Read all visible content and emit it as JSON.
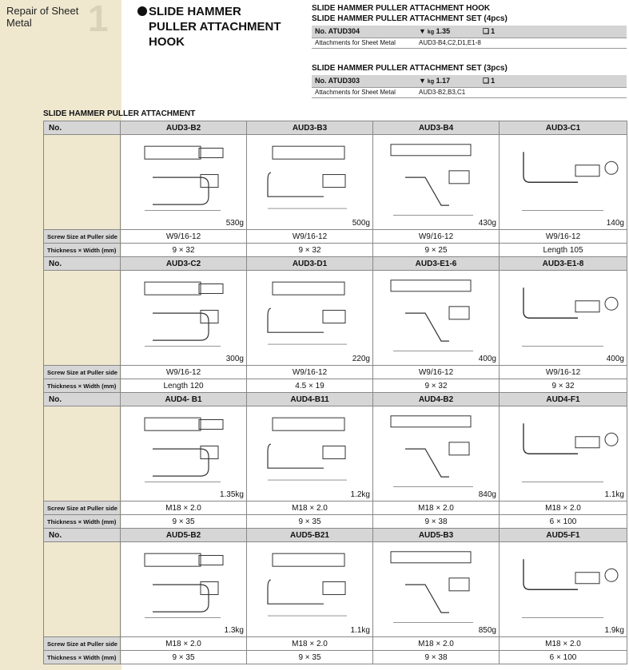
{
  "sidebar": {
    "category": "Repair of Sheet Metal",
    "number": "1"
  },
  "title": {
    "lines": [
      "SLIDE HAMMER",
      "PULLER ATTACHMENT",
      "HOOK"
    ]
  },
  "sets": [
    {
      "heading1": "SLIDE HAMMER PULLER ATTACHMENT HOOK",
      "heading2": "SLIDE HAMMER PULLER ATTACHMENT SET (4pcs)",
      "no": "No. ATUD304",
      "weight": "1.35",
      "qty": "1",
      "attach_label": "Attachments for Sheet Metal",
      "attach_value": "AUD3-B4,C2,D1,E1-8"
    },
    {
      "heading2": "SLIDE HAMMER PULLER ATTACHMENT SET (3pcs)",
      "no": "No. ATUD303",
      "weight": "1.17",
      "qty": "1",
      "attach_label": "Attachments for Sheet Metal",
      "attach_value": "AUD3-B2,B3,C1"
    }
  ],
  "units": {
    "kg": "kg"
  },
  "attach_title": "SLIDE HAMMER PULLER ATTACHMENT",
  "labels": {
    "no": "No.",
    "screw": "Screw Size at Puller side",
    "thickness": "Thickness × Width (mm)"
  },
  "groups": [
    {
      "models": [
        "AUD3-B2",
        "AUD3-B3",
        "AUD3-B4",
        "AUD3-C1"
      ],
      "weights": [
        "530g",
        "500g",
        "430g",
        "140g"
      ],
      "screw": [
        "W9/16-12",
        "W9/16-12",
        "W9/16-12",
        "W9/16-12"
      ],
      "thickness": [
        "9 × 32",
        "9 × 32",
        "9 × 25",
        "Length 105"
      ]
    },
    {
      "models": [
        "AUD3-C2",
        "AUD3-D1",
        "AUD3-E1-6",
        "AUD3-E1-8"
      ],
      "weights": [
        "300g",
        "220g",
        "400g",
        "400g"
      ],
      "screw": [
        "W9/16-12",
        "W9/16-12",
        "W9/16-12",
        "W9/16-12"
      ],
      "thickness": [
        "Length 120",
        "4.5 × 19",
        "9 × 32",
        "9 × 32"
      ]
    },
    {
      "models": [
        "AUD4- B1",
        "AUD4-B11",
        "AUD4-B2",
        "AUD4-F1"
      ],
      "weights": [
        "1.35kg",
        "1.2kg",
        "840g",
        "1.1kg"
      ],
      "screw": [
        "M18 × 2.0",
        "M18 × 2.0",
        "M18 × 2.0",
        "M18 × 2.0"
      ],
      "thickness": [
        "9 × 35",
        "9 × 35",
        "9 × 38",
        "6 × 100"
      ]
    },
    {
      "models": [
        "AUD5-B2",
        "AUD5-B21",
        "AUD5-B3",
        "AUD5-F1"
      ],
      "weights": [
        "1.3kg",
        "1.1kg",
        "850g",
        "1.9kg"
      ],
      "screw": [
        "M18 × 2.0",
        "M18 × 2.0",
        "M18 × 2.0",
        "M18 × 2.0"
      ],
      "thickness": [
        "9 × 35",
        "9 × 35",
        "9 × 38",
        "6 × 100"
      ]
    }
  ]
}
